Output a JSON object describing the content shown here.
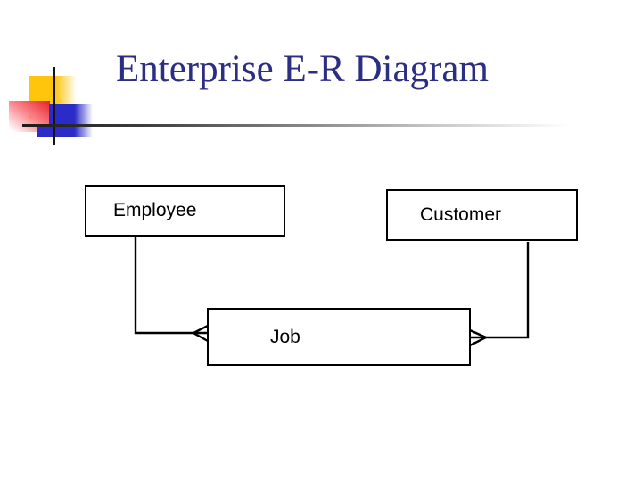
{
  "title": "Enterprise E-R Diagram",
  "colors": {
    "background": "#FFFFFF",
    "title_text": "#2B2E83",
    "decor_yellow": "#FFC40C",
    "decor_red": "#E8202A",
    "decor_blue": "#2B2BC8",
    "line": "#000000",
    "box_border": "#000000",
    "box_text": "#000000"
  },
  "diagram": {
    "entities": [
      {
        "label": "Employee"
      },
      {
        "label": "Customer"
      },
      {
        "label": "Job"
      }
    ],
    "relationships": [
      {
        "from": "Employee",
        "to": "Job",
        "symbol_at_job_end": "crow-foot-many"
      },
      {
        "from": "Customer",
        "to": "Job",
        "symbol_at_job_end": "crow-foot-many"
      }
    ]
  }
}
